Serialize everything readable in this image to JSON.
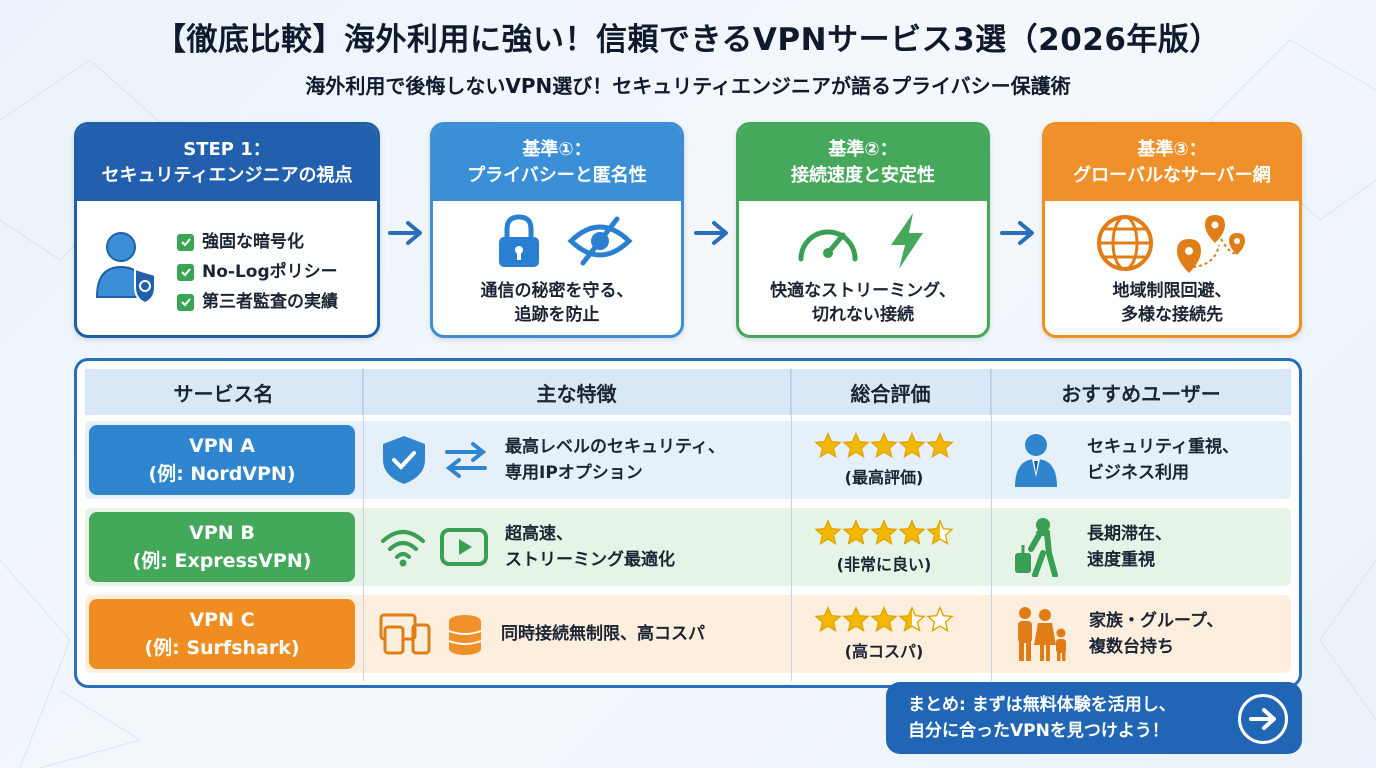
{
  "header": {
    "title": "【徹底比較】海外利用に強い！信頼できるVPNサービス3選（2026年版）",
    "subtitle": "海外利用で後悔しないVPN選び！セキュリティエンジニアが語るプライバシー保護術"
  },
  "steps": [
    {
      "line1": "STEP 1：",
      "line2": "セキュリティエンジニアの視点",
      "checks": [
        "強固な暗号化",
        "No-Logポリシー",
        "第三者監査の実績"
      ],
      "color": "#2260ad"
    },
    {
      "line1": "基準①：",
      "line2": "プライバシーと匿名性",
      "text1": "通信の秘密を守る、",
      "text2": "追跡を防止",
      "color": "#3a8fd6"
    },
    {
      "line1": "基準②：",
      "line2": "接続速度と安定性",
      "text1": "快適なストリーミング、",
      "text2": "切れない接続",
      "color": "#45a85b"
    },
    {
      "line1": "基準③：",
      "line2": "グローバルなサーバー網",
      "text1": "地域制限回避、",
      "text2": "多様な接続先",
      "color": "#f0902a"
    }
  ],
  "table": {
    "headers": [
      "サービス名",
      "主な特徴",
      "総合評価",
      "おすすめユーザー"
    ],
    "rows": [
      {
        "name": "VPN A",
        "example": "(例: NordVPN)",
        "feature1": "最高レベルのセキュリティ、",
        "feature2": "専用IPオプション",
        "rating": 5,
        "rating_label": "(最高評価)",
        "user1": "セキュリティ重視、",
        "user2": "ビジネス利用",
        "color": "#2f86cf"
      },
      {
        "name": "VPN B",
        "example": "(例: ExpressVPN)",
        "feature1": "超高速、",
        "feature2": "ストリーミング最適化",
        "rating": 4.5,
        "rating_label": "(非常に良い)",
        "user1": "長期滞在、",
        "user2": "速度重視",
        "color": "#43a85a"
      },
      {
        "name": "VPN C",
        "example": "(例: Surfshark)",
        "feature1": "同時接続無制限、高コスパ",
        "feature2": "",
        "rating": 3.5,
        "rating_label": "(高コスパ)",
        "user1": "家族・グループ、",
        "user2": "複数台持ち",
        "color": "#ef8c22"
      }
    ]
  },
  "summary": {
    "line1": "まとめ: まずは無料体験を活用し、",
    "line2": "自分に合ったVPNを見つけよう！"
  },
  "icons": [
    "user-shield-icon",
    "lock-icon",
    "eye-slash-icon",
    "speedometer-icon",
    "lightning-icon",
    "globe-icon",
    "map-pins-icon",
    "shield-check-icon",
    "swap-arrows-icon",
    "wifi-icon",
    "play-icon",
    "devices-icon",
    "coins-icon",
    "businessman-icon",
    "traveler-icon",
    "family-icon",
    "arrow-right-icon"
  ]
}
